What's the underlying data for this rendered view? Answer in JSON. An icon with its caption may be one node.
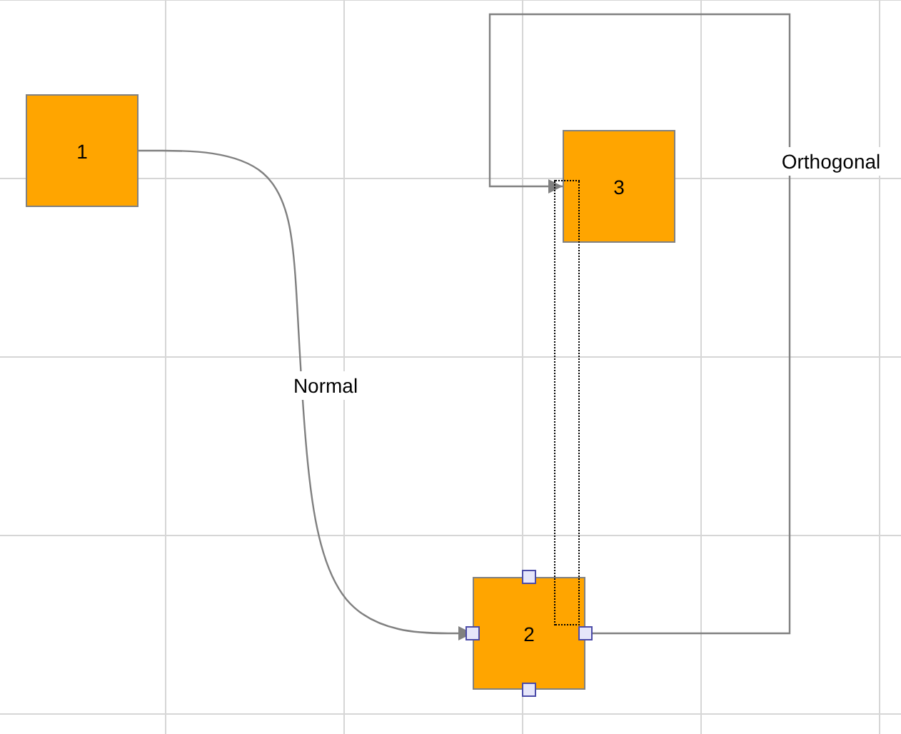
{
  "diagram": {
    "nodes": [
      {
        "text": [
          "1"
        ]
      },
      {
        "text": [
          "2"
        ]
      },
      {
        "text": [
          "3"
        ]
      },
      {
        "text": [],
        "shape": "box"
      }
    ],
    "edges": [
      {
        "from": 0,
        "to": 1,
        "arrow": "to",
        "label": "Normal"
      },
      {
        "from": 1,
        "to": 2,
        "arrow": "to",
        "label": "Orthogonal"
      }
    ]
  }
}
